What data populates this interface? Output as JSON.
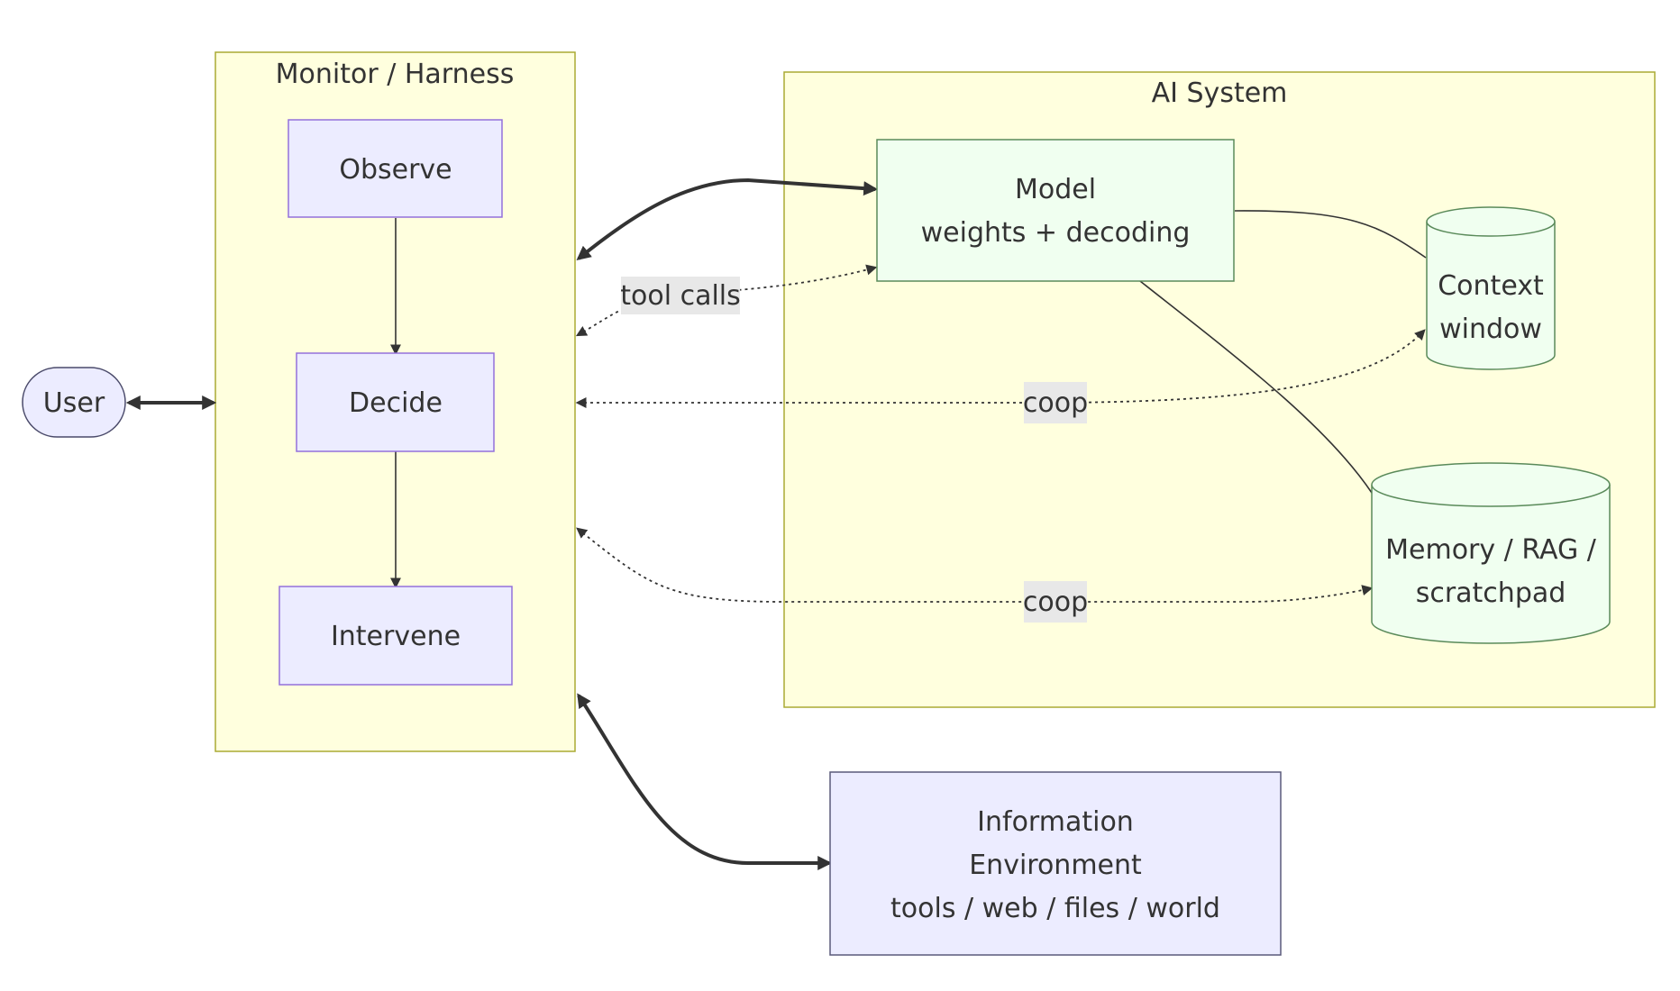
{
  "clusters": {
    "monitor": {
      "title": "Monitor / Harness"
    },
    "ai_system": {
      "title": "AI System"
    }
  },
  "nodes": {
    "user": {
      "label": "User"
    },
    "observe": {
      "label": "Observe"
    },
    "decide": {
      "label": "Decide"
    },
    "intervene": {
      "label": "Intervene"
    },
    "model": {
      "lines": [
        "Model",
        "weights + decoding"
      ]
    },
    "context": {
      "lines": [
        "Context",
        "window"
      ]
    },
    "memory": {
      "lines": [
        "Memory / RAG /",
        "scratchpad"
      ]
    },
    "environment": {
      "lines": [
        "Information",
        "Environment",
        "tools / web / files / world"
      ]
    }
  },
  "edges": {
    "tool_calls": {
      "label": "tool calls"
    },
    "coop_context": {
      "label": "coop"
    },
    "coop_memory": {
      "label": "coop"
    }
  },
  "colors": {
    "cluster_fill": "#ffffde",
    "cluster_stroke": "#aaaa33",
    "node_purple_fill": "#ececff",
    "node_purple_stroke": "#9370db",
    "node_green_fill": "#f0fff0",
    "node_green_stroke": "#5a8a5a",
    "edge": "#333333",
    "edge_label_bg": "#e8e8e8"
  }
}
